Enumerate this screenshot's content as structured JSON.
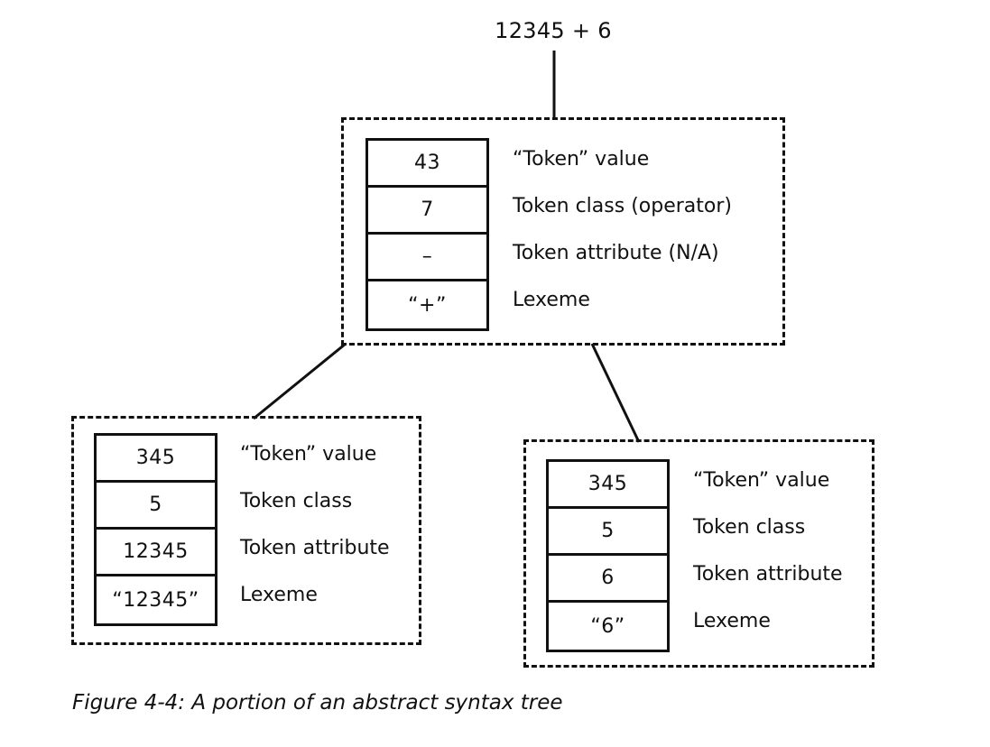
{
  "expression": "12345 + 6",
  "nodes": {
    "top": {
      "cells": [
        "43",
        "7",
        "–",
        "“+”"
      ],
      "labels": [
        "“Token” value",
        "Token class (operator)",
        "Token attribute (N/A)",
        "Lexeme"
      ]
    },
    "left": {
      "cells": [
        "345",
        "5",
        "12345",
        "“12345”"
      ],
      "labels": [
        "“Token” value",
        "Token class",
        "Token attribute",
        "Lexeme"
      ]
    },
    "right": {
      "cells": [
        "345",
        "5",
        "6",
        "“6”"
      ],
      "labels": [
        "“Token” value",
        "Token class",
        "Token attribute",
        "Lexeme"
      ]
    }
  },
  "caption": "Figure 4-4: A portion of an abstract syntax tree"
}
